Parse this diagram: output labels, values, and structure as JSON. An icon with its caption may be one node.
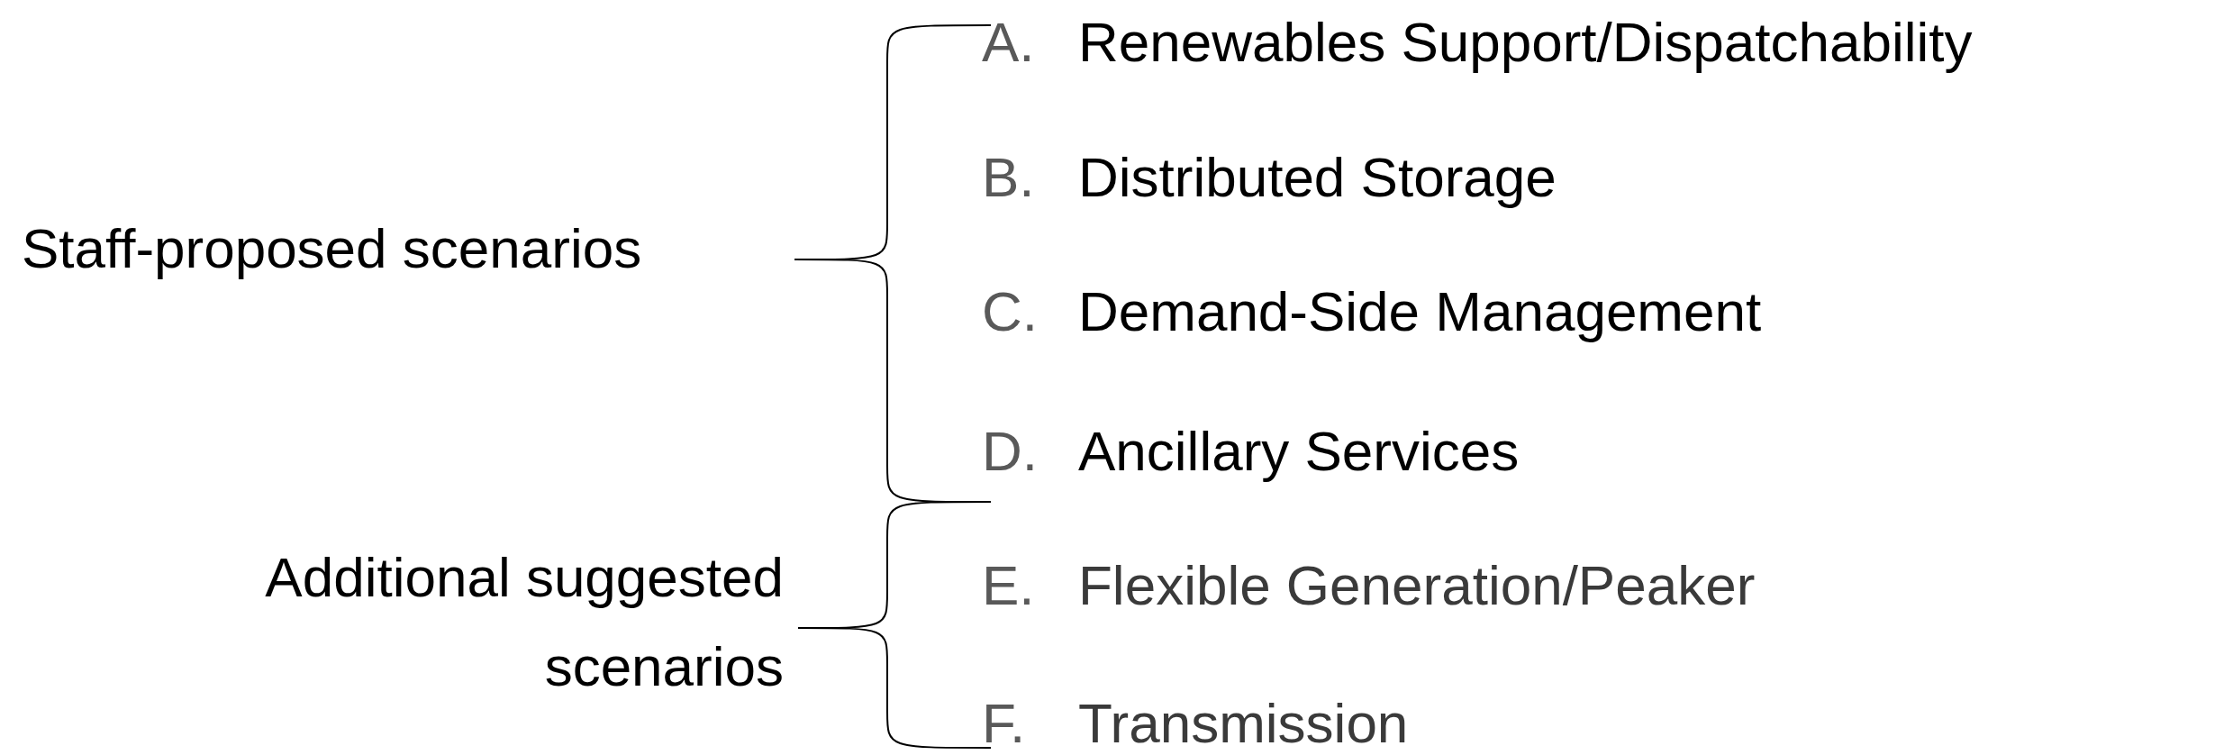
{
  "diagram": {
    "labels": [
      "Staff-proposed scenarios",
      "Additional suggested scenarios",
      "A.",
      "Renewables Support/Dispatchability",
      "B.",
      "Distributed Storage",
      "C.",
      "Demand-Side Management",
      "D.",
      "Ancillary Services",
      "E.",
      "Flexible Generation/Peaker",
      "F.",
      "Transmission"
    ]
  }
}
